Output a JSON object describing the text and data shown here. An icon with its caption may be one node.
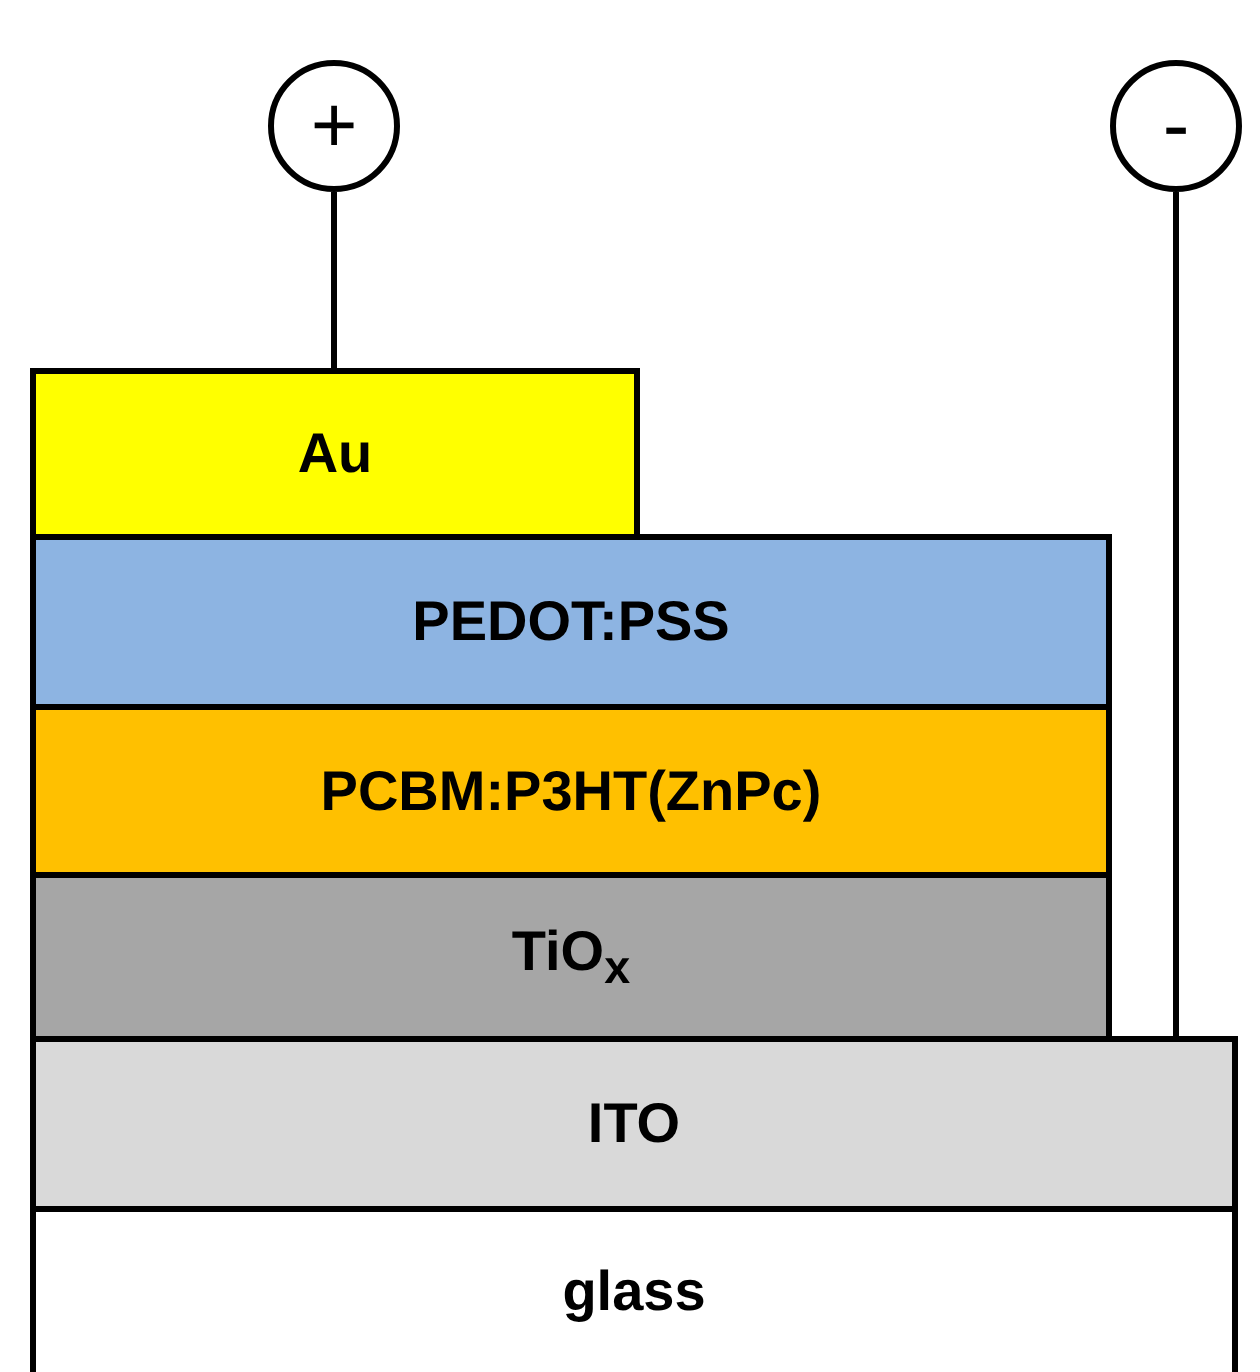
{
  "diagram": {
    "nodes": [
      {
        "text": [
          "+"
        ]
      },
      {
        "text": [
          "-"
        ]
      },
      {
        "text": [
          "Au"
        ]
      },
      {
        "text": [
          "PEDOT:PSS"
        ]
      },
      {
        "text": [
          "PCBM:P3HT(ZnPc)"
        ]
      },
      {
        "text": [
          "TiO$_{x}$"
        ]
      },
      {
        "text": [
          "ITO"
        ]
      },
      {
        "text": [
          "glass"
        ]
      }
    ],
    "edges": [
      {
        "from": 0,
        "to": 2,
        "arrow": "none"
      },
      {
        "from": 1,
        "to": 6,
        "arrow": "none"
      }
    ]
  }
}
